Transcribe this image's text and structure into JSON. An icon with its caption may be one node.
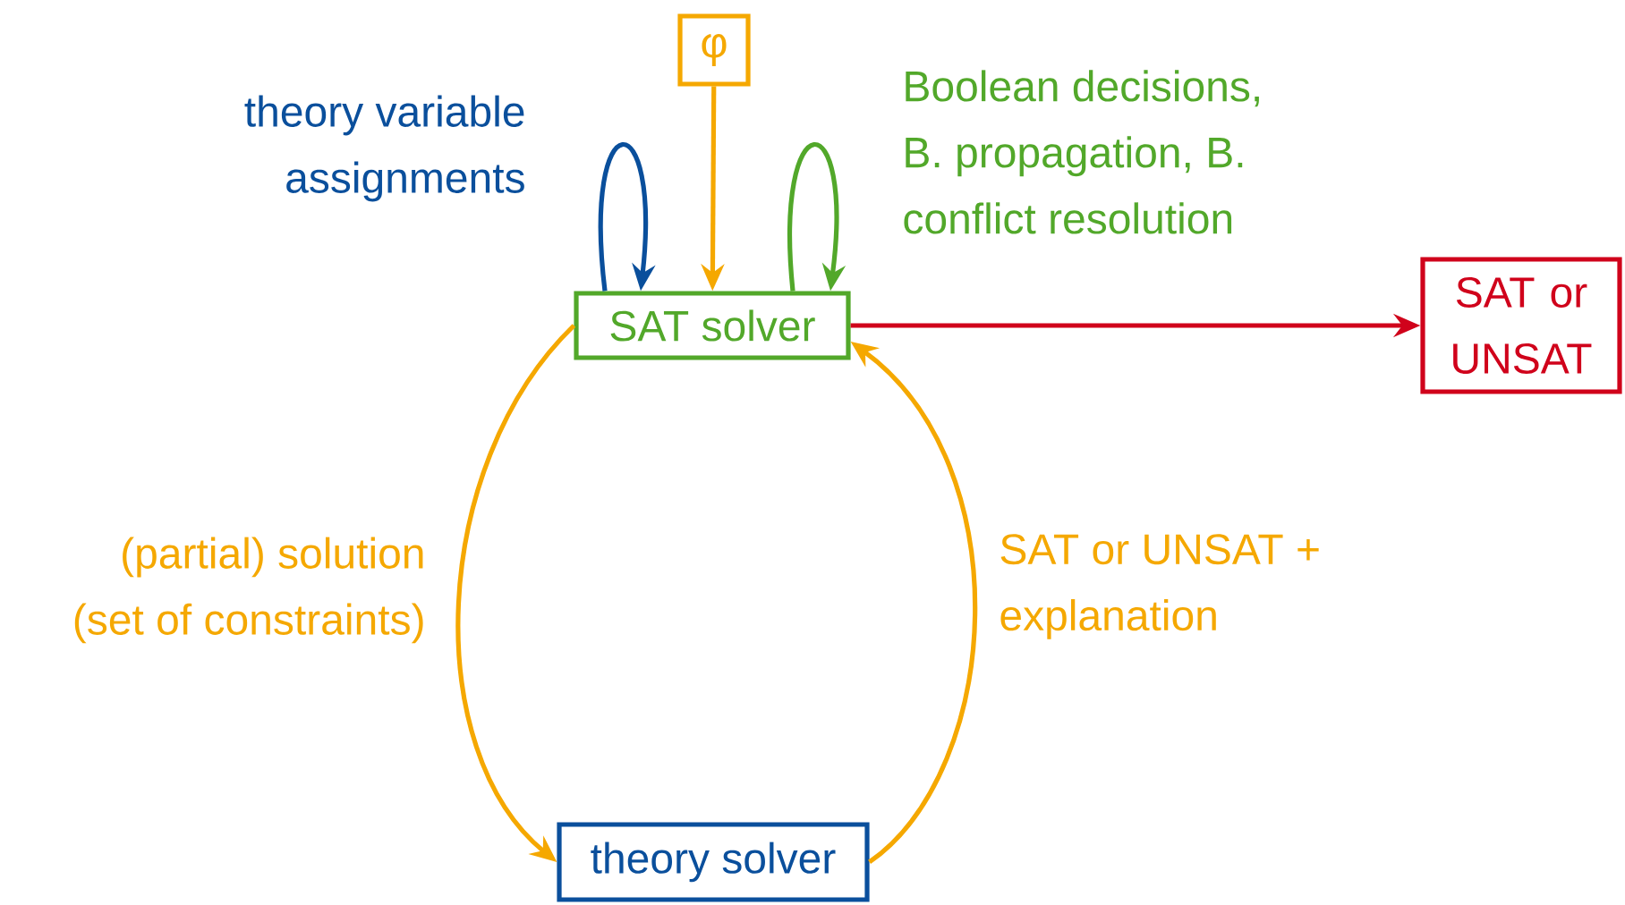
{
  "diagram": {
    "nodes": [
      {
        "text": [
          "φ"
        ]
      },
      {
        "text": [
          "SAT solver"
        ]
      },
      {
        "text": [
          "SAT or UNSAT"
        ]
      },
      {
        "text": [
          "theory solver"
        ]
      }
    ],
    "edges": [
      {
        "from": 0,
        "to": 1,
        "arrow": "to"
      },
      {
        "from": 1,
        "to": 1,
        "arrow": "to",
        "label": "theory variable assignments",
        "color": "#0a4f9c"
      },
      {
        "from": 1,
        "to": 1,
        "arrow": "to",
        "label": "Boolean decisions, B. propagation, B. conflict resolution",
        "color": "#52a82a"
      },
      {
        "from": 1,
        "to": 2,
        "arrow": "to",
        "color": "#d0021b"
      },
      {
        "from": 1,
        "to": 3,
        "arrow": "to",
        "label": "(partial) solution (set of constraints)"
      },
      {
        "from": 3,
        "to": 1,
        "arrow": "to",
        "label": "SAT or UNSAT + explanation"
      }
    ]
  }
}
